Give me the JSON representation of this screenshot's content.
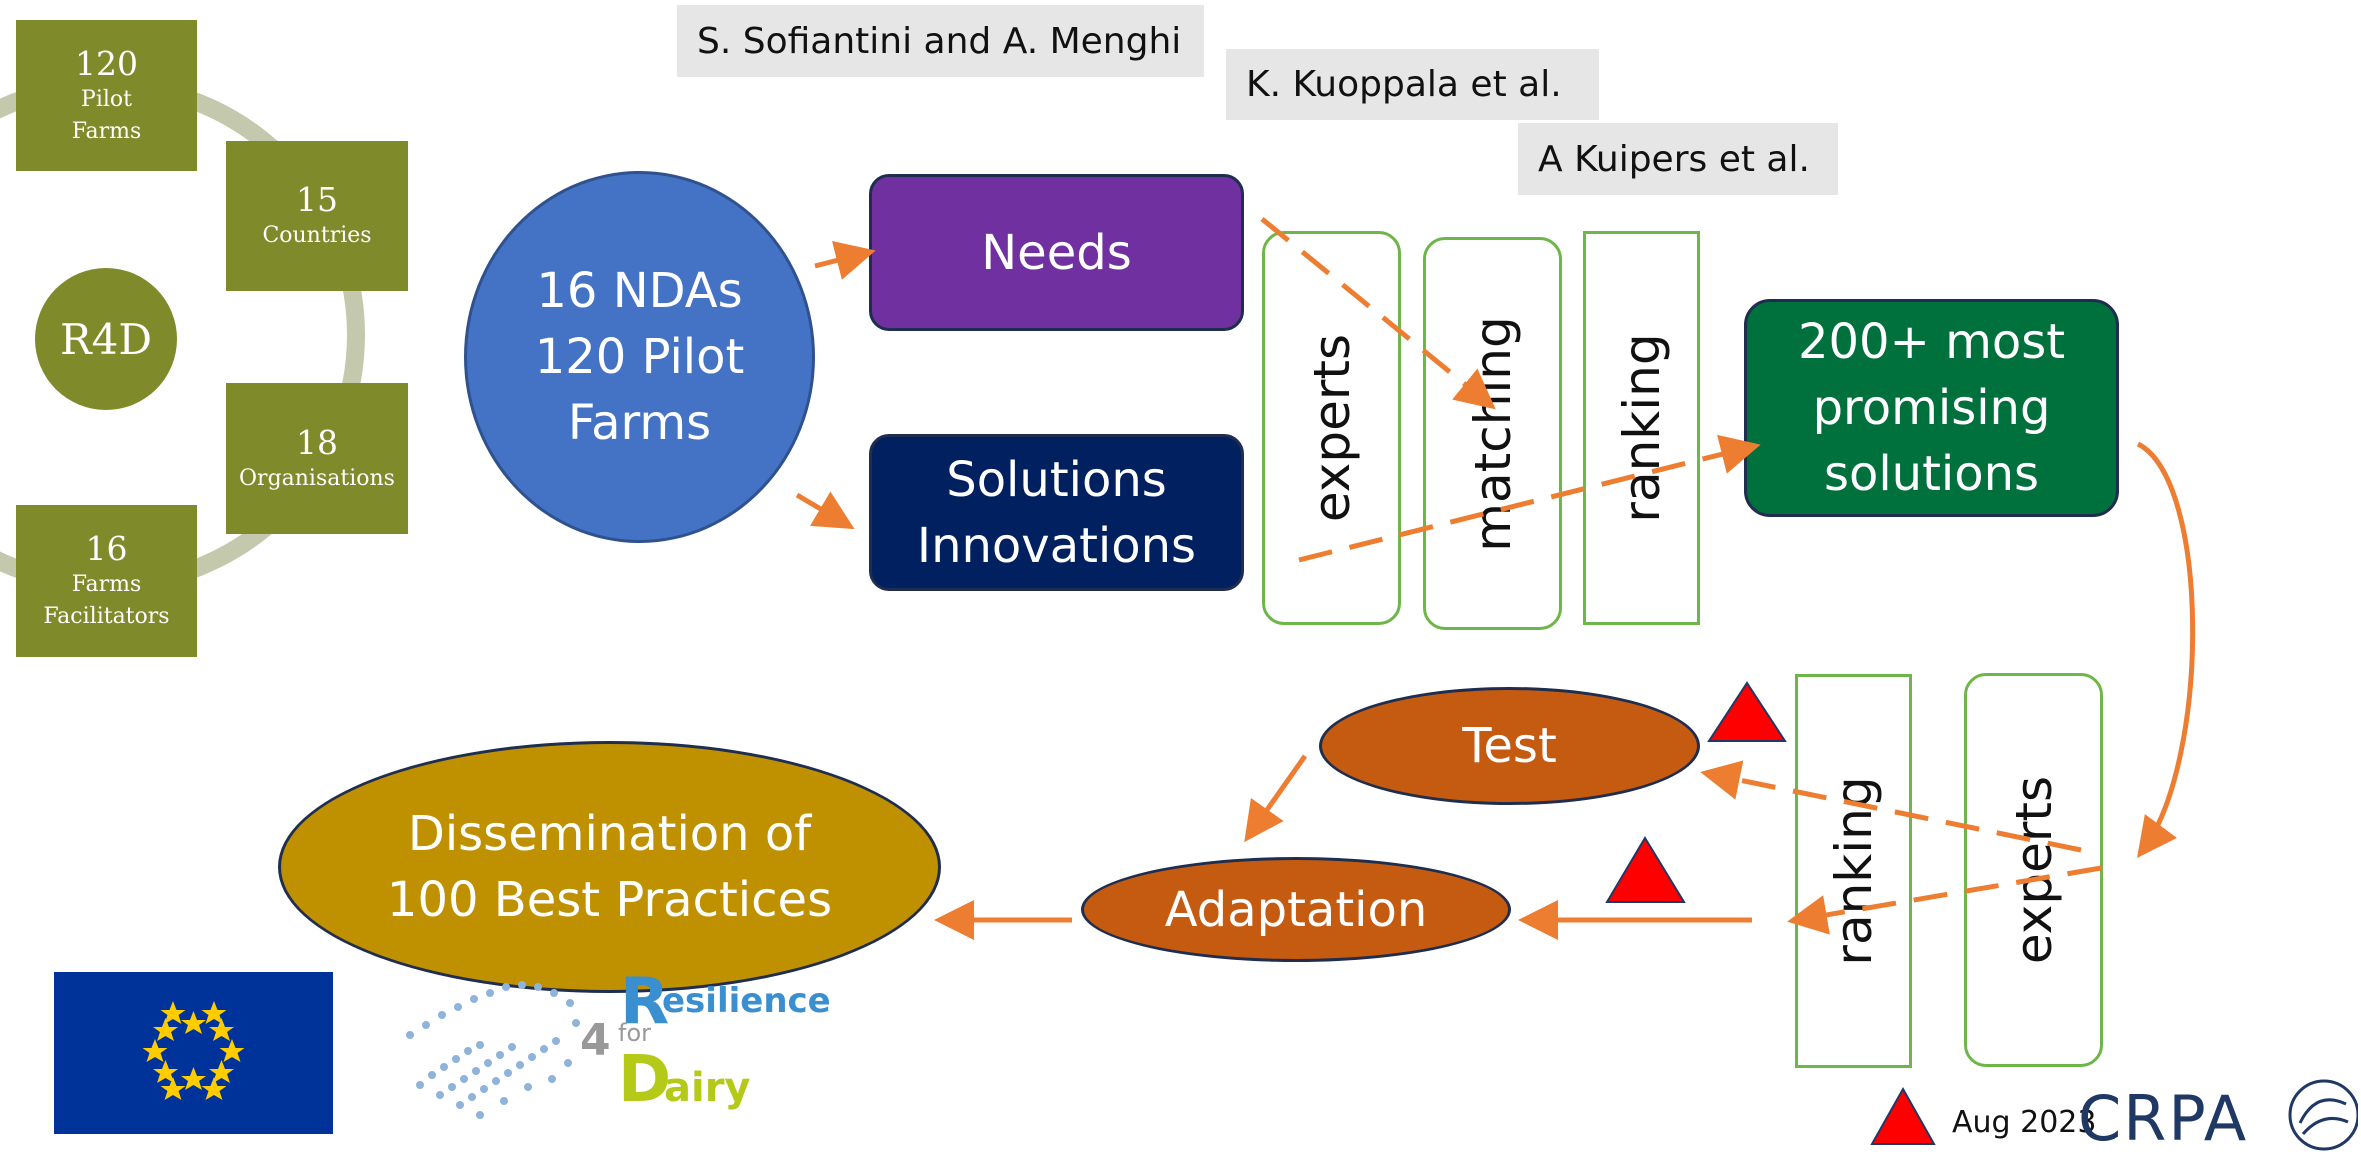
{
  "authors": {
    "a1": "S. Sofiantini and A. Menghi",
    "a2": "K. Kuoppala et al.",
    "a3": "A Kuipers et al."
  },
  "r4d": {
    "center": "R4D",
    "boxes": [
      {
        "number": "120",
        "label": "Pilot Farms"
      },
      {
        "number": "15",
        "label": "Countries"
      },
      {
        "number": "18",
        "label": "Organisations"
      },
      {
        "number": "16",
        "label": "Farms Facilitators"
      }
    ]
  },
  "flow": {
    "ndas": [
      "16 NDAs",
      "120 Pilot",
      "Farms"
    ],
    "needs": "Needs",
    "solutions": [
      "Solutions",
      "Innovations"
    ],
    "panels_top": [
      "experts",
      "matching",
      "ranking"
    ],
    "promising": [
      "200+ most",
      "promising",
      "solutions"
    ],
    "panels_bottom": [
      "ranking",
      "experts"
    ],
    "test": "Test",
    "adaptation": "Adaptation",
    "dissemination": [
      "Dissemination of",
      "100 Best Practices"
    ]
  },
  "footer": {
    "date": "Aug 2023",
    "crpa": "CRPA",
    "r4d_logo": {
      "n": "4",
      "for": "for",
      "r": "R",
      "esilience": "esilience",
      "d": "D",
      "airy": "airy"
    }
  },
  "colors": {
    "olive": "#7f8a2a",
    "blue_circle": "#4472c4",
    "needs": "#7030a0",
    "solutions": "#002060",
    "promising": "#00703c",
    "test": "#c55a11",
    "dissemination": "#bf9000",
    "arrow": "#ed7d31",
    "panel_border": "#6fb64a",
    "warning": "#ff0000"
  }
}
